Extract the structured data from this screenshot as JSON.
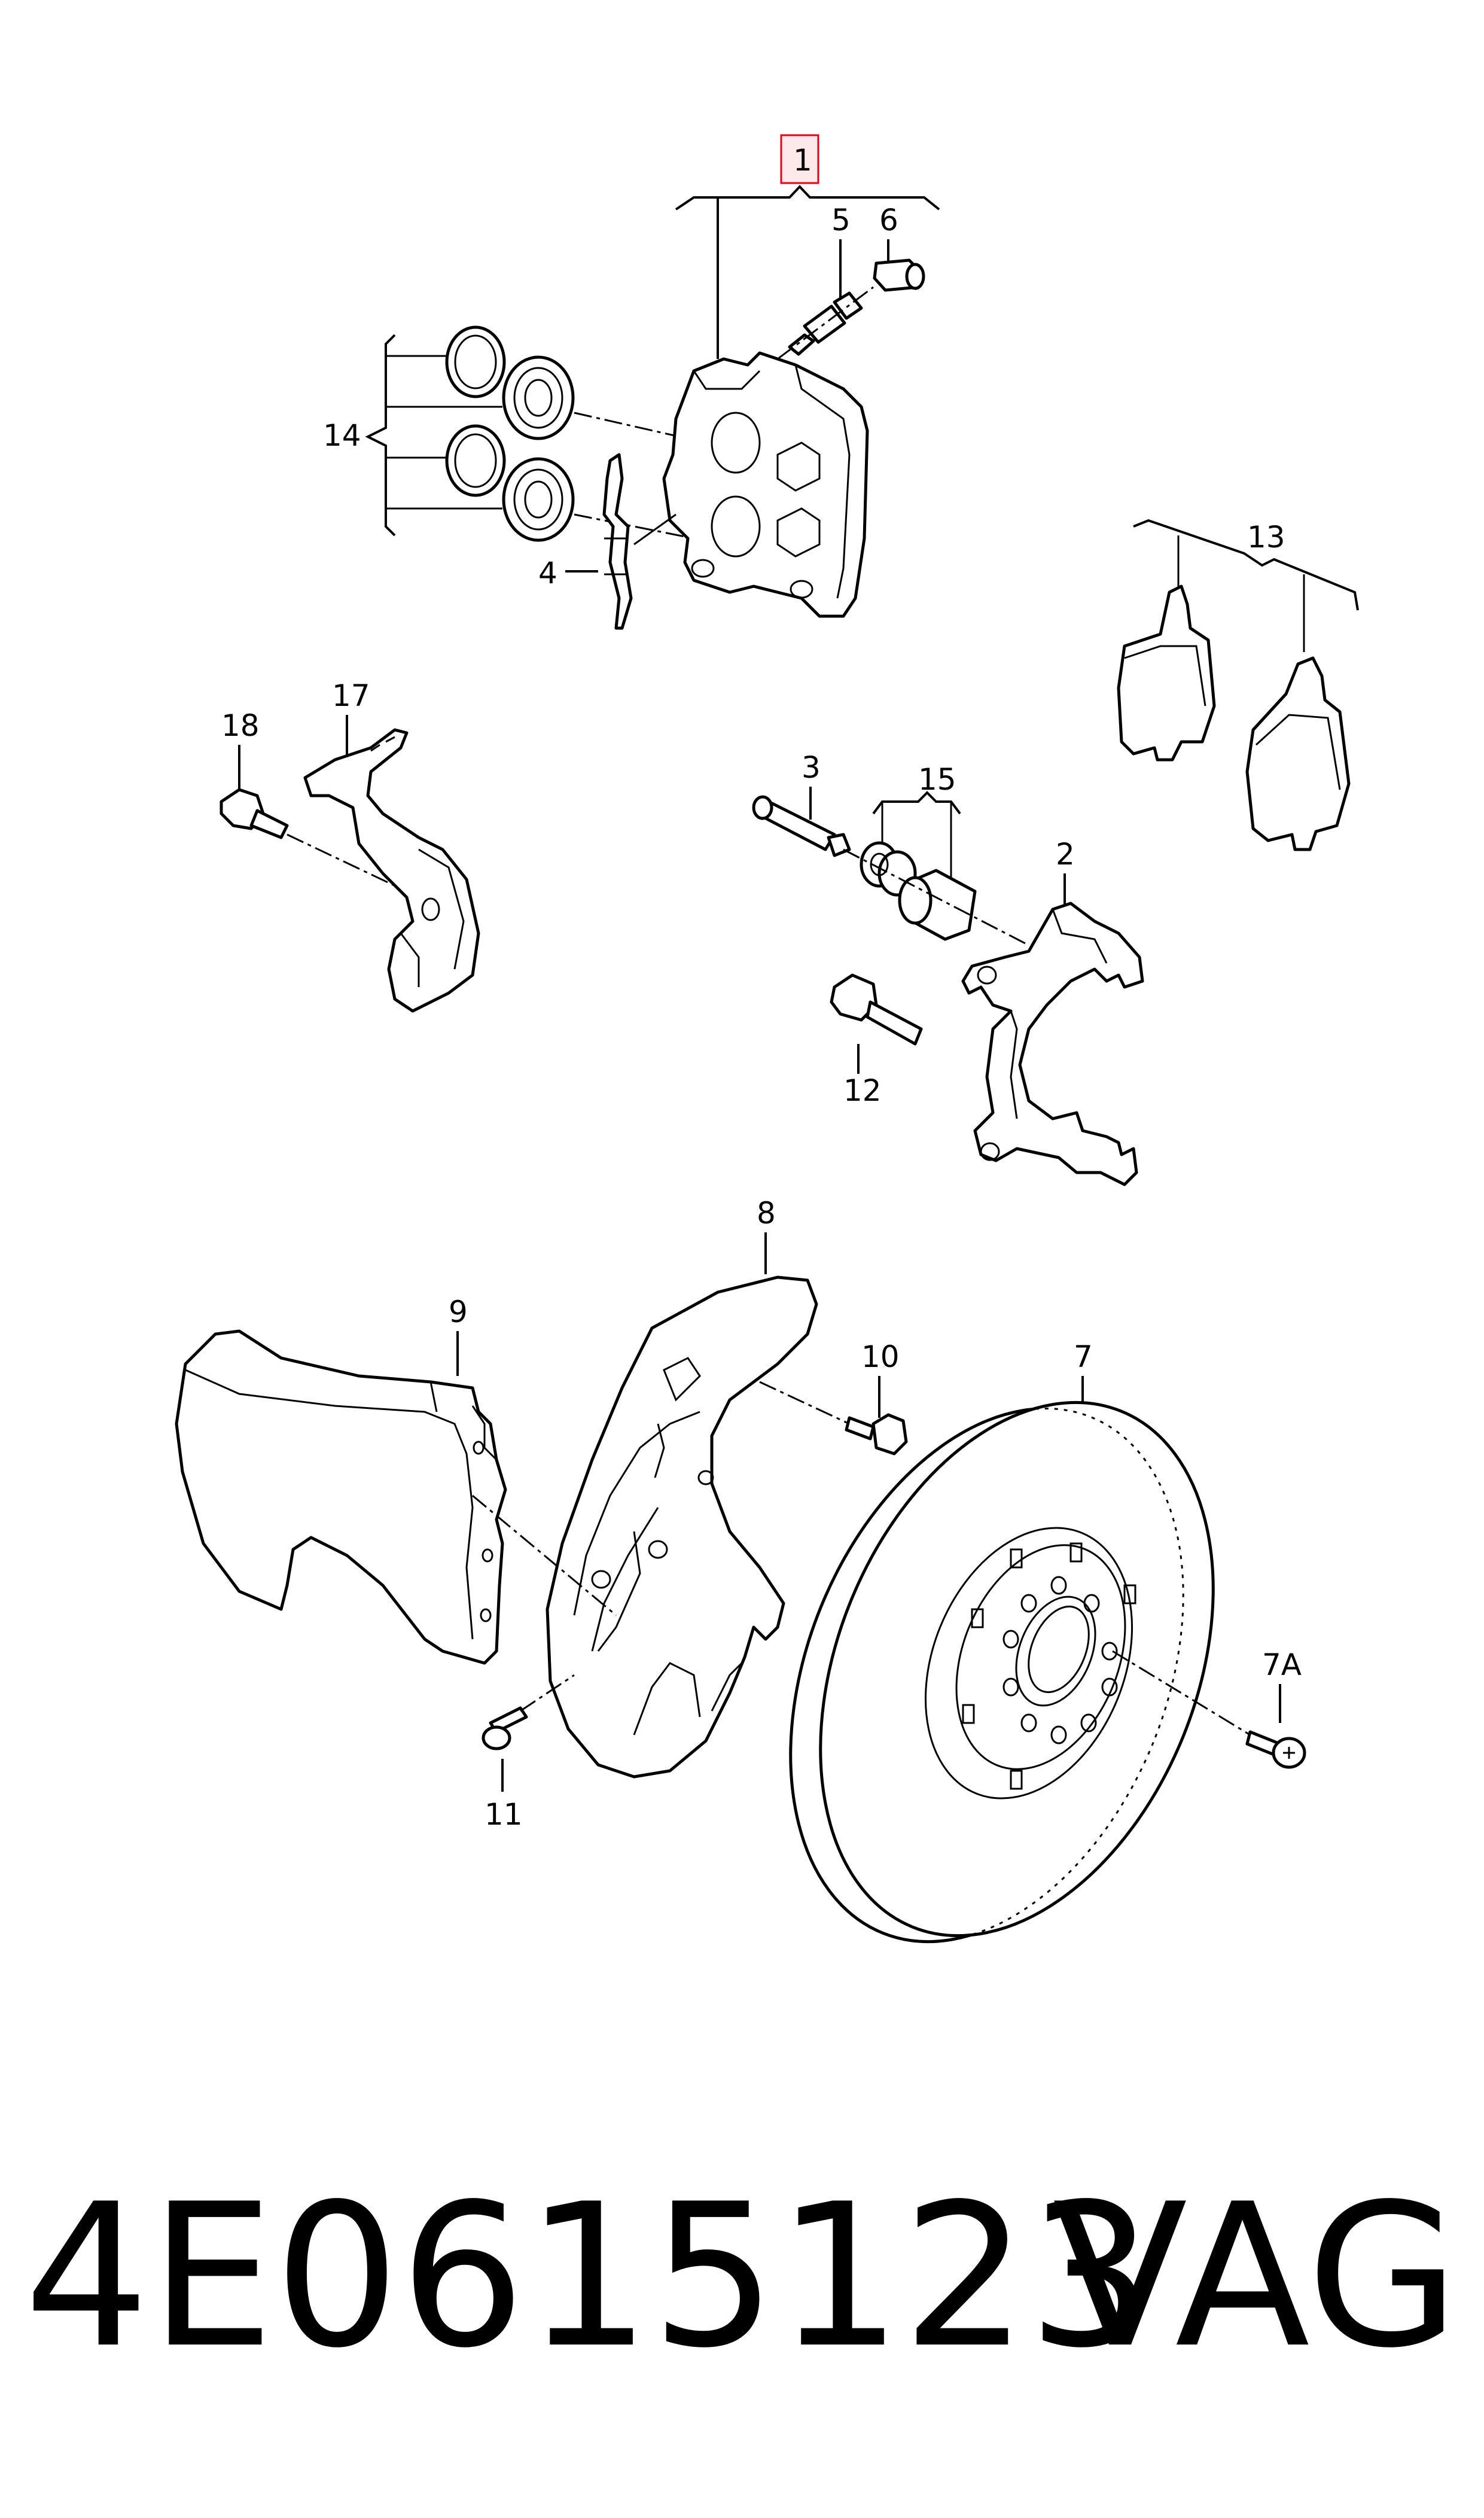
{
  "callouts": {
    "c1": "1",
    "c2": "2",
    "c3": "3",
    "c4": "4",
    "c5": "5",
    "c6": "6",
    "c7": "7",
    "c7a": "7A",
    "c8": "8",
    "c9": "9",
    "c10": "10",
    "c11": "11",
    "c12": "12",
    "c13": "13",
    "c14": "14",
    "c15": "15",
    "c17": "17",
    "c18": "18"
  },
  "highlight_color": "#e2001a",
  "footer": {
    "part_number": "4E0615123",
    "brand": "VAG"
  }
}
